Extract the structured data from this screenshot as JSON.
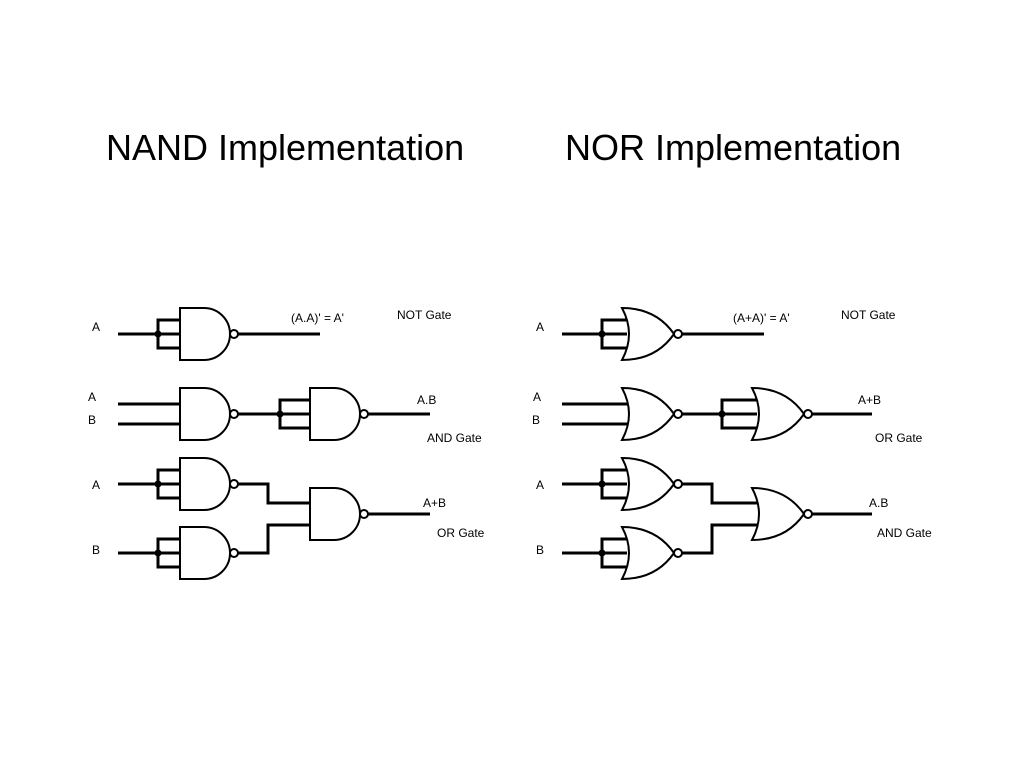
{
  "titles": {
    "nand": "NAND Implementation",
    "nor": "NOR Implementation"
  },
  "nand": {
    "not": {
      "input": "A",
      "expr": "(A.A)' = A'",
      "label": "NOT Gate"
    },
    "and": {
      "input_a": "A",
      "input_b": "B",
      "output": "A.B",
      "label": "AND Gate"
    },
    "or": {
      "input_a": "A",
      "input_b": "B",
      "output": "A+B",
      "label": "OR Gate"
    }
  },
  "nor": {
    "not": {
      "input": "A",
      "expr": "(A+A)' = A'",
      "label": "NOT Gate"
    },
    "or": {
      "input_a": "A",
      "input_b": "B",
      "output": "A+B",
      "label": "OR Gate"
    },
    "and": {
      "input_a": "A",
      "input_b": "B",
      "output": "A.B",
      "label": "AND Gate"
    }
  }
}
